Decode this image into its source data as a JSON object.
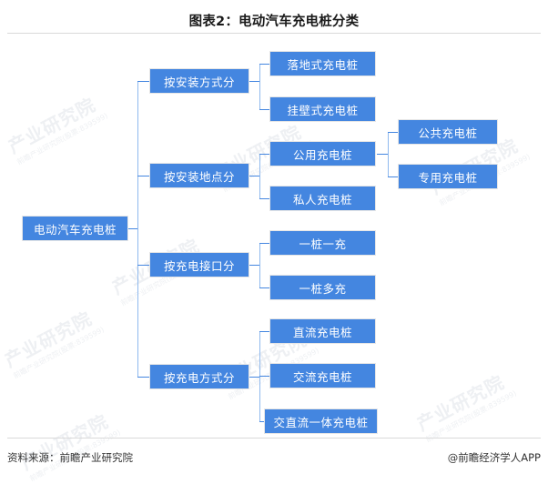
{
  "title": "图表2：电动汽车充电桩分类",
  "footer": {
    "source": "资料来源：前瞻产业研究院",
    "attribution": "@前瞻经济学人APP"
  },
  "watermarks": {
    "brand": "产业研究院",
    "sub": "前瞻产业研究院(股票:839599)"
  },
  "diagram": {
    "type": "tree",
    "root": {
      "id": "root",
      "label": "电动汽车充电桩"
    },
    "branches": [
      {
        "id": "branch-install-method",
        "label": "按安装方式分",
        "children": [
          {
            "id": "leaf-floor-mounted",
            "label": "落地式充电桩",
            "children": []
          },
          {
            "id": "leaf-wall-mounted",
            "label": "挂壁式充电桩",
            "children": []
          }
        ]
      },
      {
        "id": "branch-install-location",
        "label": "按安装地点分",
        "children": [
          {
            "id": "leaf-public-use",
            "label": "公用充电桩",
            "children": [
              {
                "id": "leaf-public",
                "label": "公共充电桩"
              },
              {
                "id": "leaf-dedicated",
                "label": "专用充电桩"
              }
            ]
          },
          {
            "id": "leaf-private",
            "label": "私人充电桩",
            "children": []
          }
        ]
      },
      {
        "id": "branch-charging-interface",
        "label": "按充电接口分",
        "children": [
          {
            "id": "leaf-one-pile-one-charge",
            "label": "一桩一充",
            "children": []
          },
          {
            "id": "leaf-one-pile-multi-charge",
            "label": "一桩多充",
            "children": []
          }
        ]
      },
      {
        "id": "branch-charging-method",
        "label": "按充电方式分",
        "children": [
          {
            "id": "leaf-dc",
            "label": "直流充电桩",
            "children": []
          },
          {
            "id": "leaf-ac",
            "label": "交流充电桩",
            "children": []
          },
          {
            "id": "leaf-ac-dc-integrated",
            "label": "交直流一体充电桩",
            "children": []
          }
        ]
      }
    ],
    "colors": {
      "node_fill": "#4486e0",
      "node_text": "#ffffff",
      "connector": "#4486e0",
      "connector_light": "#8fb9ee",
      "rule": "#d9d9d9"
    }
  }
}
